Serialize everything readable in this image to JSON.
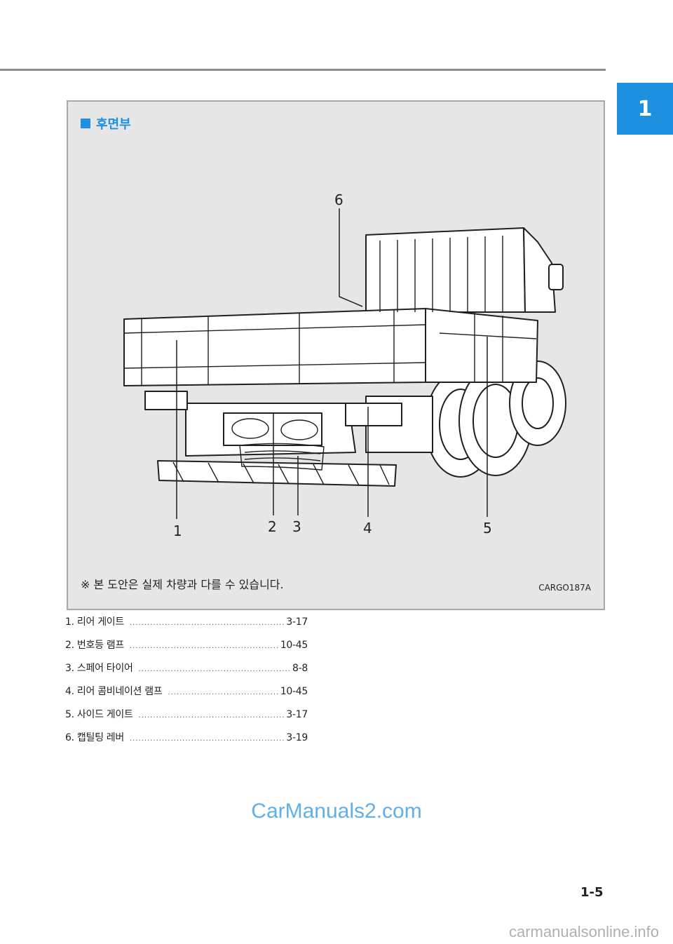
{
  "chapter": {
    "number": "1"
  },
  "figure": {
    "title": "후면부",
    "callouts": [
      "1",
      "2",
      "3",
      "4",
      "5",
      "6"
    ],
    "note": "※ 본 도안은 실제 차량과 다를 수 있습니다.",
    "code": "CARGO187A"
  },
  "toc": [
    {
      "label": "1. 리어 게이트",
      "page": "3-17"
    },
    {
      "label": "2. 번호등 램프",
      "page": "10-45"
    },
    {
      "label": "3. 스페어 타이어",
      "page": "8-8"
    },
    {
      "label": "4. 리어 콤비네이션 램프",
      "page": "10-45"
    },
    {
      "label": "5. 사이드 게이트",
      "page": "3-17"
    },
    {
      "label": "6. 캡틸팅 레버",
      "page": "3-19"
    }
  ],
  "watermark_top": "CarManuals2.com",
  "page_number": "1-5",
  "watermark_bottom": "carmanualsonline.info"
}
